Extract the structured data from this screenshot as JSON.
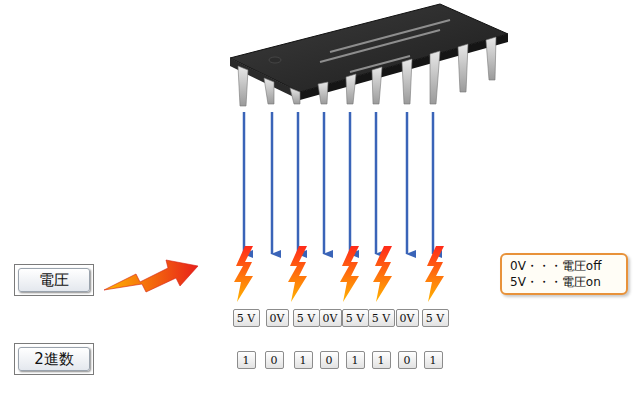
{
  "diagram": {
    "nodes": [
      {
        "text": [
          "電圧"
        ]
      },
      {
        "text": [
          "0V・・・電圧off",
          "5V・・・電圧on"
        ]
      },
      {
        "text": [
          "5 V"
        ]
      },
      {
        "text": [
          "0V"
        ]
      },
      {
        "text": [
          "5 V"
        ]
      },
      {
        "text": [
          "0V"
        ]
      },
      {
        "text": [
          "5 V"
        ]
      },
      {
        "text": [
          "5 V"
        ]
      },
      {
        "text": [
          "0V"
        ]
      },
      {
        "text": [
          "5 V"
        ]
      },
      {
        "text": [
          "2進数"
        ]
      },
      {
        "text": [
          "1"
        ]
      },
      {
        "text": [
          "0"
        ]
      },
      {
        "text": [
          "1"
        ]
      },
      {
        "text": [
          "0"
        ]
      },
      {
        "text": [
          "1"
        ]
      },
      {
        "text": [
          "1"
        ]
      },
      {
        "text": [
          "0"
        ]
      },
      {
        "text": [
          "1"
        ]
      }
    ]
  }
}
